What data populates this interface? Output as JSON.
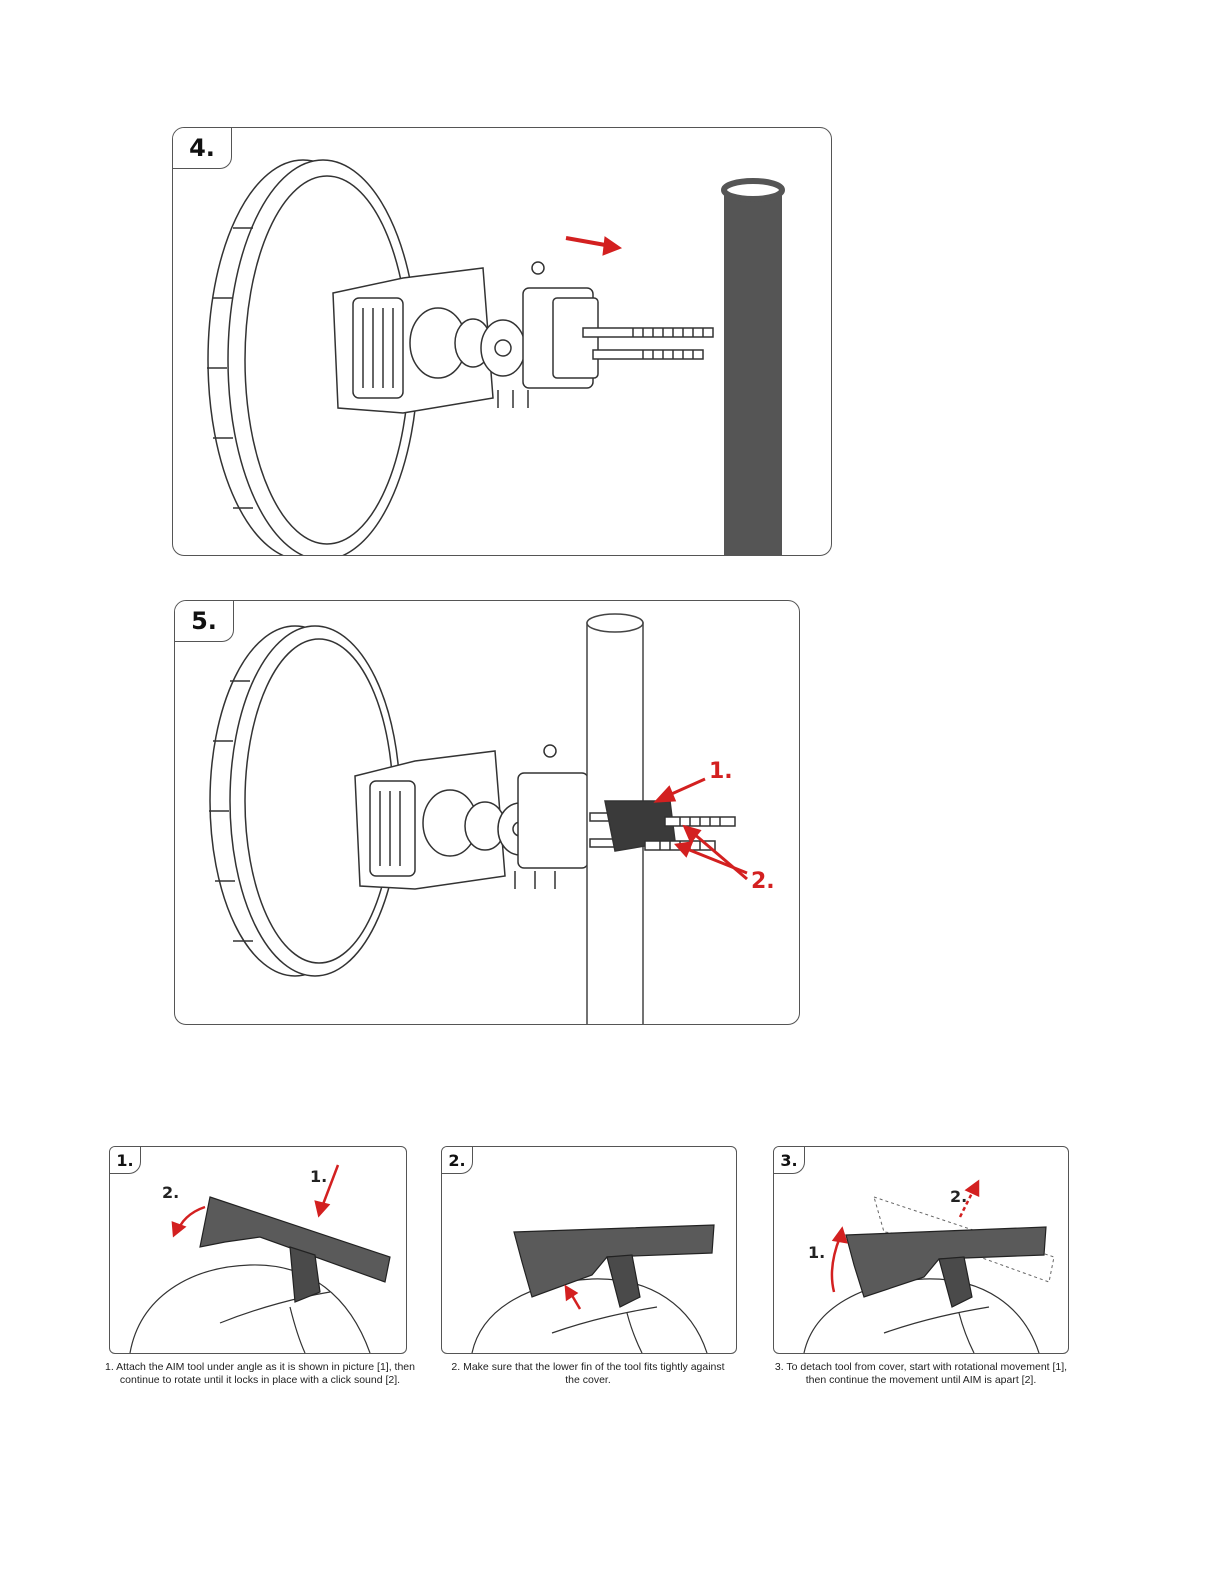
{
  "step4": {
    "label": "4."
  },
  "step5": {
    "label": "5.",
    "callout1": "1.",
    "callout2": "2."
  },
  "aim": [
    {
      "label": "1.",
      "n1": "1.",
      "n2": "2.",
      "caption_line1": "1. Attach the AIM tool under angle as it is shown in picture [1], then",
      "caption_line2": "continue to rotate until it locks in place with a click sound [2]."
    },
    {
      "label": "2.",
      "caption_line1": "2. Make sure that the lower fin of the tool fits tightly against",
      "caption_line2": "the cover."
    },
    {
      "label": "3.",
      "n1": "1.",
      "n2": "2.",
      "caption_line1": "3. To detach tool from cover, start with rotational movement [1],",
      "caption_line2": "then continue the movement until AIM is apart [2]."
    }
  ],
  "colors": {
    "accent": "#d32020",
    "pole": "#555555",
    "tool": "#5a5a5a"
  }
}
